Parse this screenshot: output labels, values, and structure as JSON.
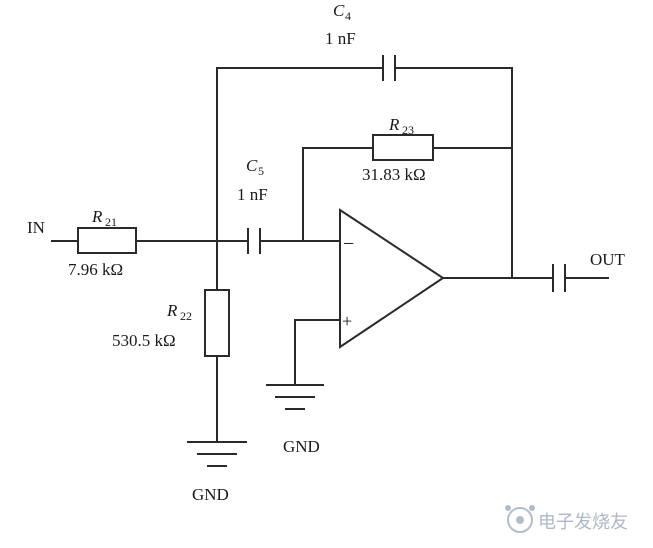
{
  "schematic": {
    "input_label": "IN",
    "output_label": "OUT",
    "components": {
      "R21": {
        "designator": "R",
        "subscript": "21",
        "value": "7.96  kΩ"
      },
      "R22": {
        "designator": "R",
        "subscript": "22",
        "value": "530.5  kΩ"
      },
      "R23": {
        "designator": "R",
        "subscript": "23",
        "value": "31.83  kΩ"
      },
      "C4": {
        "designator": "C",
        "subscript": "4",
        "value": "1  nF"
      },
      "C5": {
        "designator": "C",
        "subscript": "5",
        "value": "1  nF"
      }
    },
    "opamp": {
      "inverting_sign": "−",
      "noninverting_sign": "+"
    },
    "grounds": {
      "left_label": "GND",
      "right_label": "GND"
    }
  },
  "watermark": {
    "text": "电子发烧友"
  }
}
